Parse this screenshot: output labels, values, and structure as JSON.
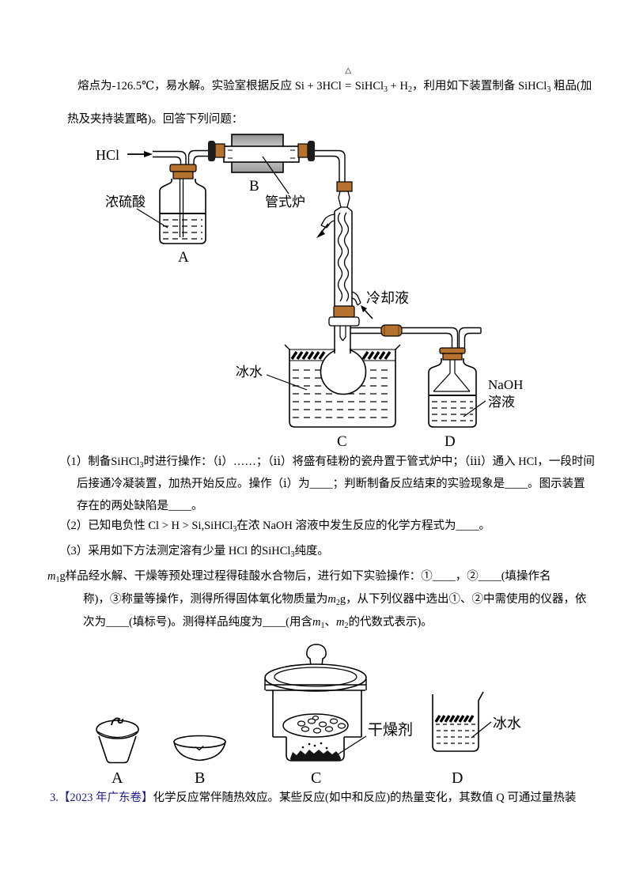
{
  "intro": {
    "l1_pre": "熔点为-126.5℃，易水解。实验室根据反应 ",
    "eq_lhs": "Si + 3HCl",
    "eq_delta": "△",
    "eq_equals": "=",
    "eq_rhs1": "SiHCl",
    "eq_rhs1_sub": "3",
    "eq_rhs2": " + H",
    "eq_rhs2_sub": "2",
    "l1_mid": "，利用如下装置制备 ",
    "l1_f2": "SiHCl",
    "l1_f2_sub": "3",
    "l1_post": " 粗品(加",
    "l2": "热及夹持装置略)。回答下列问题："
  },
  "diagram1": {
    "labels": {
      "hcl": "HCl",
      "acid": "浓硫酸",
      "a": "A",
      "b": "B",
      "furnace": "管式炉",
      "coolant": "冷却液",
      "ice": "冰水",
      "c": "C",
      "naoh1": "NaOH",
      "naoh2": "溶液",
      "d": "D"
    }
  },
  "q1": {
    "num": "（1）",
    "l1a": "制备",
    "l1_f": "SiHCl",
    "l1_f_sub": "3",
    "l1b": "时进行操作：（ⅰ）……；（ⅱ）将盛有硅粉的瓷舟置于管式炉中；（ⅲ）通入 HCl，一段时间",
    "l2": "后接通冷凝装置，加热开始反应。操作（ⅰ）为____；判断制备反应结束的实验现象是____。图示装置",
    "l3": "存在的两处缺陷是____。"
  },
  "q2": {
    "num": "（2）",
    "a": "已知电负性 Cl > H > Si,SiHCl",
    "a_sub": "3",
    "b": "在浓 NaOH 溶液中发生反应的化学方程式为____。"
  },
  "q3": {
    "num": "（3）",
    "a": "采用如下方法测定溶有少量 HCl 的SiHCl",
    "a_sub": "3",
    "b": "纯度。"
  },
  "mpara": {
    "m1": "m",
    "m1_sub": "1",
    "l1": "g样品经水解、干燥等预处理过程得硅酸水合物后，进行如下实验操作：①____，②____(填操作名",
    "l2a": "称)，③称量等操作，测得所得固体氧化物质量为",
    "m2": "m",
    "m2_sub": "2",
    "l2b": "g，从下列仪器中选出①、②中需使用的仪器，依",
    "l3a": "次为____(填标号)。测得样品纯度为____(用含",
    "m3": "m",
    "m3_sub": "1",
    "l3b": "、",
    "m4": "m",
    "m4_sub": "2",
    "l3c": "的代数式表示)。"
  },
  "diagram2": {
    "labels": {
      "a": "A",
      "b": "B",
      "c": "C",
      "d": "D",
      "desiccant": "干燥剂",
      "ice": "冰水"
    }
  },
  "q2023": {
    "num": "3.",
    "tag": "【2023 年广东卷】",
    "text": "化学反应常伴随热效应。某些反应(如中和反应)的热量变化，其数值 Q 可通过量热装"
  },
  "colors": {
    "cork": "#b5732f",
    "cork_dark": "#7a4a1a",
    "clamp_ring": "#1c1c1c",
    "furnace_gray_top": "#8f8f8f",
    "furnace_gray_mid": "#e0e0e0",
    "furnace_gray_bottom": "#9a9a9a",
    "exam_tag_blue": "#1c1c8e"
  }
}
